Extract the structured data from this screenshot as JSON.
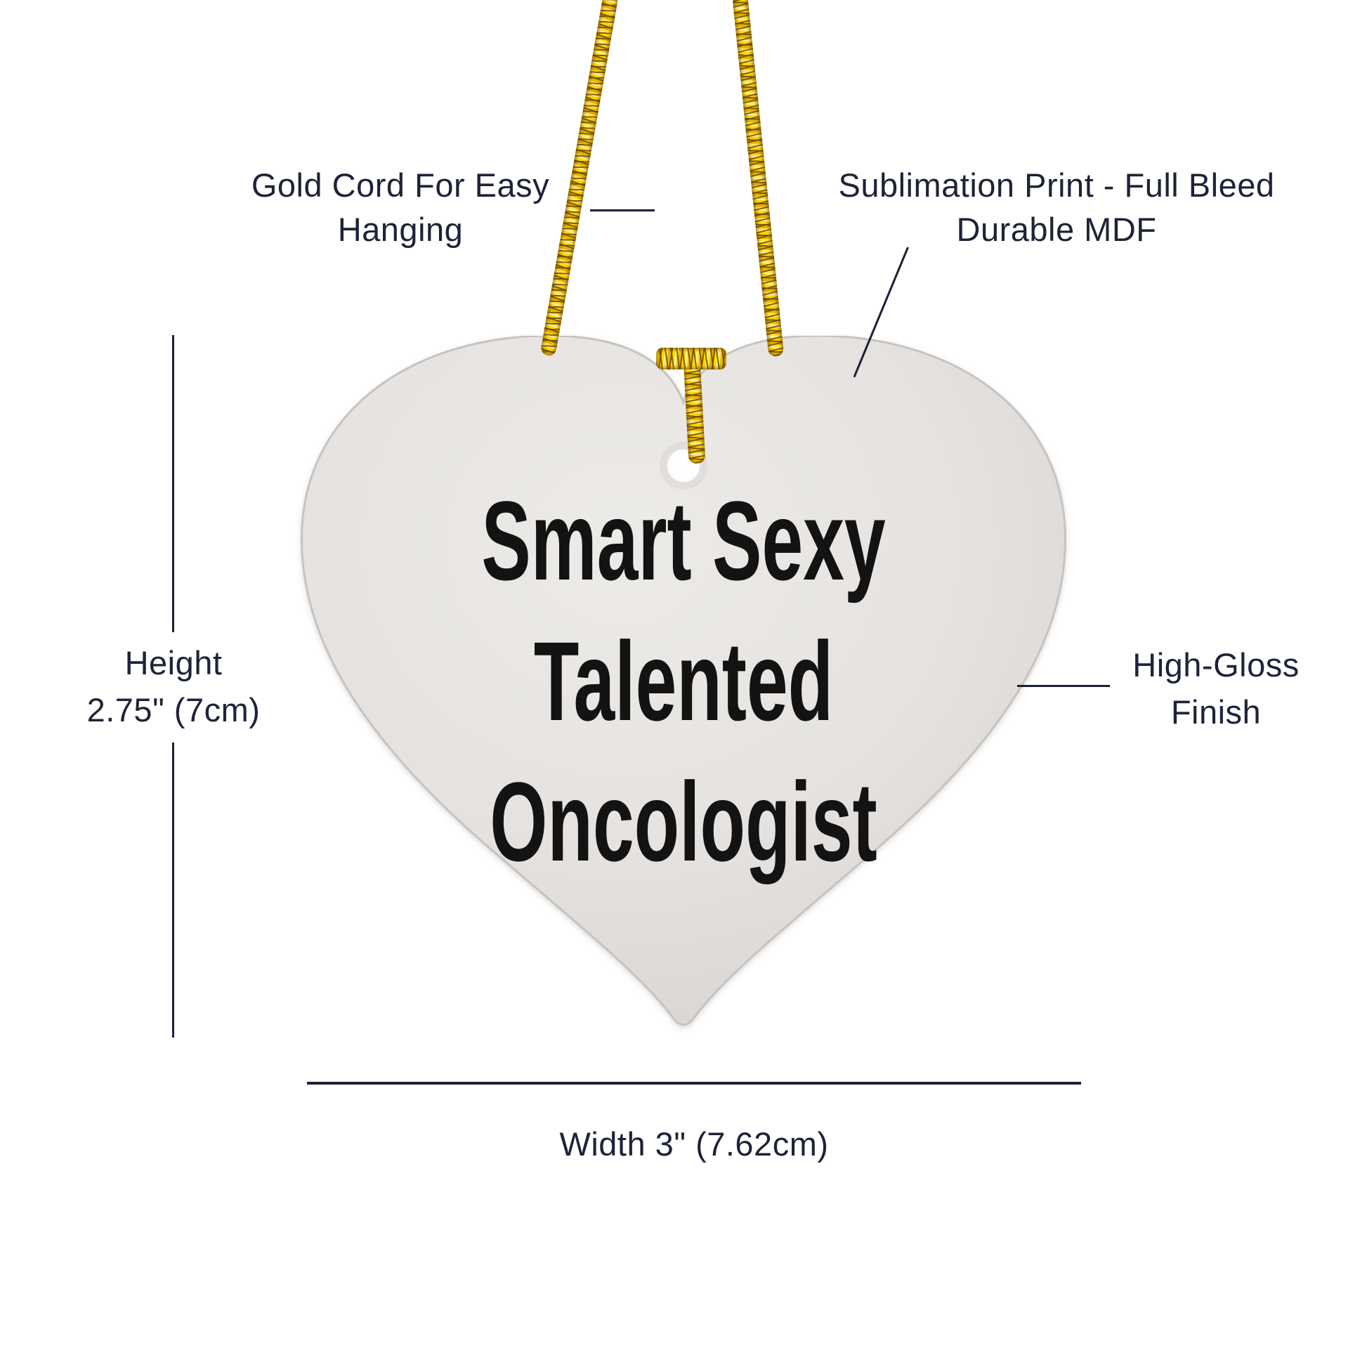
{
  "page": {
    "background": "#ffffff"
  },
  "ornament": {
    "text_line1": "Smart Sexy",
    "text_line2": "Talented",
    "text_line3": "Oncologist"
  },
  "callouts": {
    "gold_cord": {
      "line1": "Gold Cord For Easy",
      "line2": "Hanging"
    },
    "sublimation": {
      "line1": "Sublimation Print - Full Bleed",
      "line2": "Durable MDF"
    },
    "high_gloss": {
      "line1": "High-Gloss",
      "line2": "Finish"
    },
    "height": {
      "line1": "Height",
      "line2": "2.75\" (7cm)"
    },
    "width": {
      "label": "Width 3\" (7.62cm)"
    }
  },
  "colors": {
    "annotation_text": "#1e2338",
    "dimension_line": "#1b2135",
    "ornament_text": "#131313",
    "cord_gold": "#eab600",
    "heart_light": "#eceae7",
    "heart_dark": "#d6d2cf",
    "hole_white": "#fdfdfe"
  }
}
